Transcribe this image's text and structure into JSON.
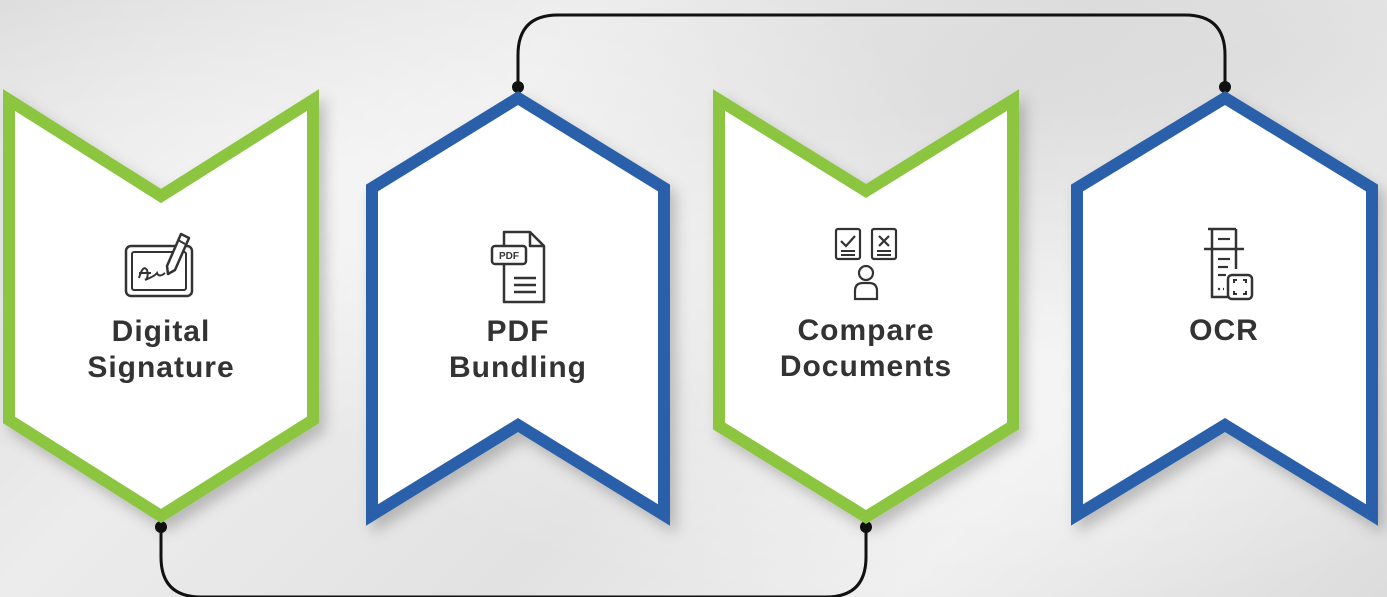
{
  "colors": {
    "green": "#8cc640",
    "blue": "#2a5ea9",
    "connector": "#111111",
    "text": "#333333"
  },
  "steps": [
    {
      "icon": "digital-signature-icon",
      "line1": "Digital",
      "line2": "Signature",
      "border": "green"
    },
    {
      "icon": "pdf-file-icon",
      "line1": "PDF",
      "line2": "Bundling",
      "border": "blue"
    },
    {
      "icon": "compare-documents-icon",
      "line1": "Compare",
      "line2": "Documents",
      "border": "green"
    },
    {
      "icon": "ocr-scan-icon",
      "line1": "OCR",
      "line2": "",
      "border": "blue"
    }
  ]
}
